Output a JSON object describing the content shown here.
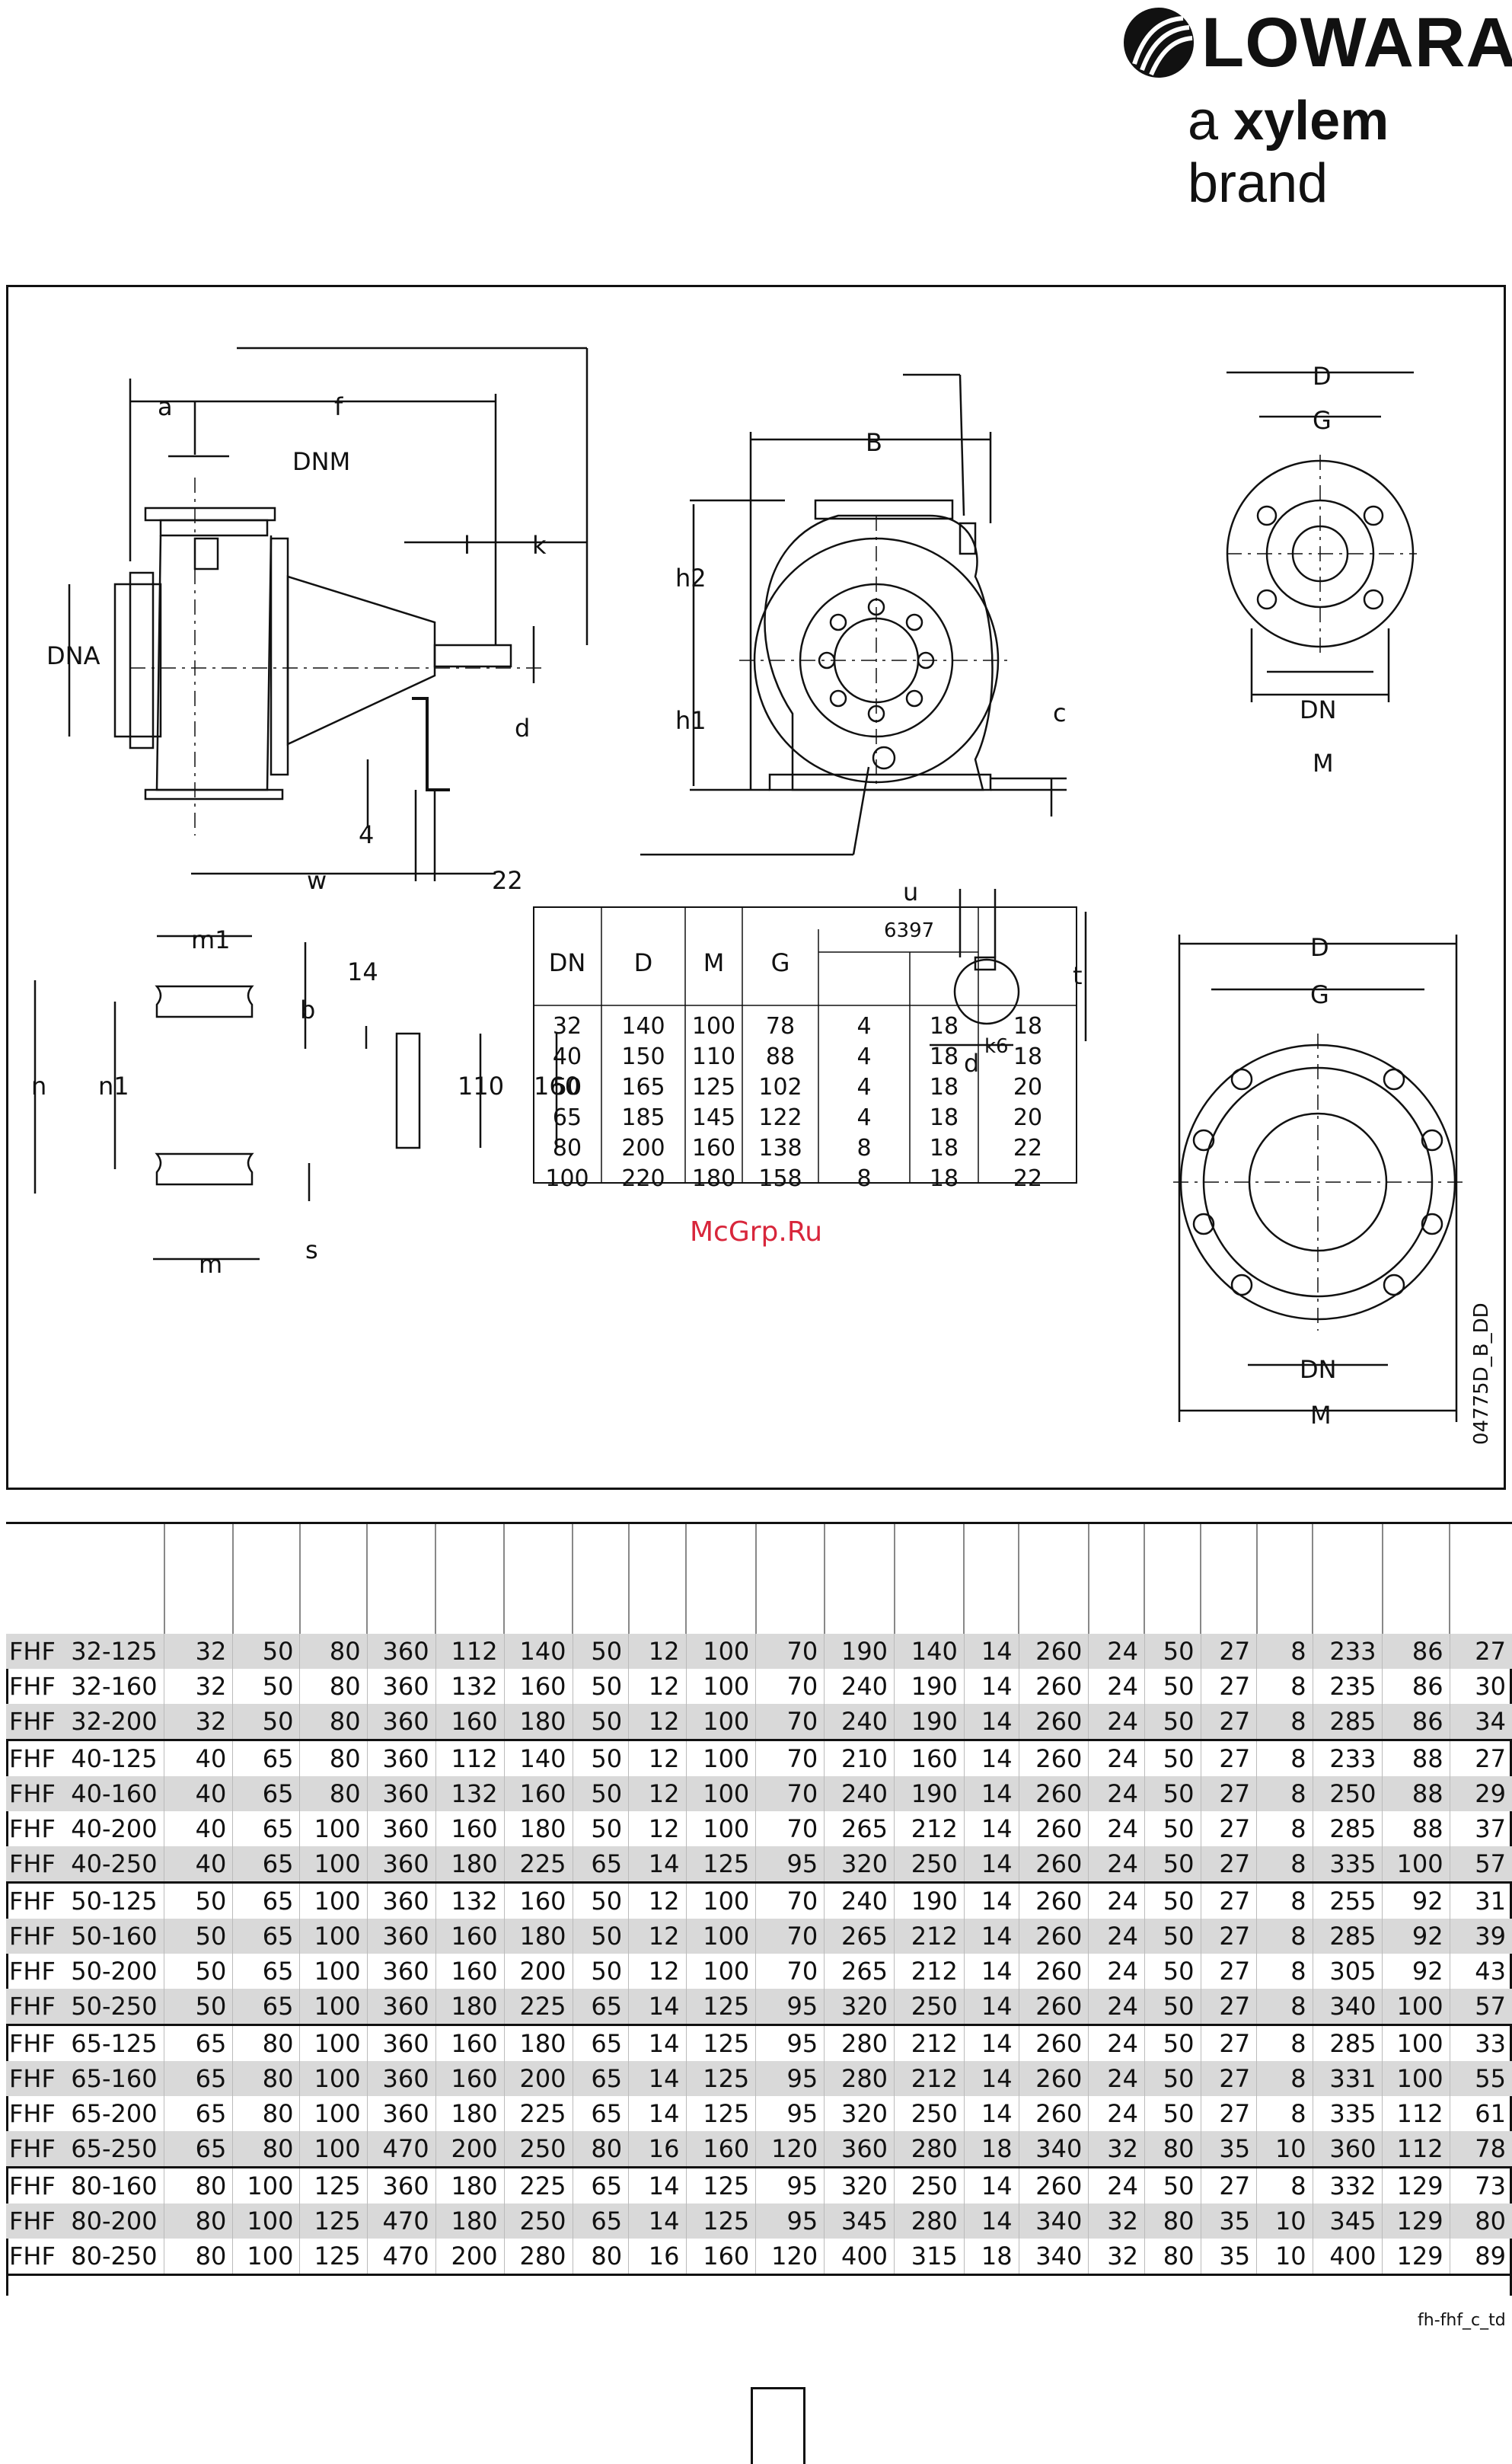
{
  "header": {
    "brand_name": "LOWARA",
    "tagline_a": "a",
    "tagline_xylem": "xylem",
    "tagline_brand": "brand"
  },
  "drawing": {
    "side_labels": [
      "a",
      "f",
      "DNM",
      "l",
      "k",
      "DNA",
      "d",
      "4",
      "w",
      "22"
    ],
    "front_labels": [
      "B",
      "h2",
      "h1",
      "c"
    ],
    "flange_top_labels": [
      "D",
      "G",
      "DN",
      "M"
    ],
    "feet_labels": [
      "m1",
      "14",
      "b",
      "n",
      "n1",
      "110",
      "160",
      "m",
      "s"
    ],
    "shaft_labels": [
      "u",
      "6397",
      "t",
      "d",
      "k6"
    ],
    "flange_bottom_labels": [
      "D",
      "G",
      "DN",
      "M"
    ],
    "drawing_code": "04775D_B_DD",
    "watermark": "McGrp.Ru"
  },
  "flange_table": {
    "headers": [
      "DN",
      "D",
      "M",
      "G",
      "",
      "",
      ""
    ],
    "rows": [
      [
        "32",
        "140",
        "100",
        "78",
        "4",
        "18",
        "18"
      ],
      [
        "40",
        "150",
        "110",
        "88",
        "4",
        "18",
        "18"
      ],
      [
        "50",
        "165",
        "125",
        "102",
        "4",
        "18",
        "20"
      ],
      [
        "65",
        "185",
        "145",
        "122",
        "4",
        "18",
        "20"
      ],
      [
        "80",
        "200",
        "160",
        "138",
        "8",
        "18",
        "22"
      ],
      [
        "100",
        "220",
        "180",
        "158",
        "8",
        "18",
        "22"
      ]
    ]
  },
  "main_table": {
    "rows": [
      [
        "FHF  32-125",
        "32",
        "50",
        "80",
        "360",
        "112",
        "140",
        "50",
        "12",
        "100",
        "70",
        "190",
        "140",
        "14",
        "260",
        "24",
        "50",
        "27",
        "8",
        "233",
        "86",
        "27"
      ],
      [
        "FHF  32-160",
        "32",
        "50",
        "80",
        "360",
        "132",
        "160",
        "50",
        "12",
        "100",
        "70",
        "240",
        "190",
        "14",
        "260",
        "24",
        "50",
        "27",
        "8",
        "235",
        "86",
        "30"
      ],
      [
        "FHF  32-200",
        "32",
        "50",
        "80",
        "360",
        "160",
        "180",
        "50",
        "12",
        "100",
        "70",
        "240",
        "190",
        "14",
        "260",
        "24",
        "50",
        "27",
        "8",
        "285",
        "86",
        "34"
      ],
      [
        "FHF  40-125",
        "40",
        "65",
        "80",
        "360",
        "112",
        "140",
        "50",
        "12",
        "100",
        "70",
        "210",
        "160",
        "14",
        "260",
        "24",
        "50",
        "27",
        "8",
        "233",
        "88",
        "27"
      ],
      [
        "FHF  40-160",
        "40",
        "65",
        "80",
        "360",
        "132",
        "160",
        "50",
        "12",
        "100",
        "70",
        "240",
        "190",
        "14",
        "260",
        "24",
        "50",
        "27",
        "8",
        "250",
        "88",
        "29"
      ],
      [
        "FHF  40-200",
        "40",
        "65",
        "100",
        "360",
        "160",
        "180",
        "50",
        "12",
        "100",
        "70",
        "265",
        "212",
        "14",
        "260",
        "24",
        "50",
        "27",
        "8",
        "285",
        "88",
        "37"
      ],
      [
        "FHF  40-250",
        "40",
        "65",
        "100",
        "360",
        "180",
        "225",
        "65",
        "14",
        "125",
        "95",
        "320",
        "250",
        "14",
        "260",
        "24",
        "50",
        "27",
        "8",
        "335",
        "100",
        "57"
      ],
      [
        "FHF  50-125",
        "50",
        "65",
        "100",
        "360",
        "132",
        "160",
        "50",
        "12",
        "100",
        "70",
        "240",
        "190",
        "14",
        "260",
        "24",
        "50",
        "27",
        "8",
        "255",
        "92",
        "31"
      ],
      [
        "FHF  50-160",
        "50",
        "65",
        "100",
        "360",
        "160",
        "180",
        "50",
        "12",
        "100",
        "70",
        "265",
        "212",
        "14",
        "260",
        "24",
        "50",
        "27",
        "8",
        "285",
        "92",
        "39"
      ],
      [
        "FHF  50-200",
        "50",
        "65",
        "100",
        "360",
        "160",
        "200",
        "50",
        "12",
        "100",
        "70",
        "265",
        "212",
        "14",
        "260",
        "24",
        "50",
        "27",
        "8",
        "305",
        "92",
        "43"
      ],
      [
        "FHF  50-250",
        "50",
        "65",
        "100",
        "360",
        "180",
        "225",
        "65",
        "14",
        "125",
        "95",
        "320",
        "250",
        "14",
        "260",
        "24",
        "50",
        "27",
        "8",
        "340",
        "100",
        "57"
      ],
      [
        "FHF  65-125",
        "65",
        "80",
        "100",
        "360",
        "160",
        "180",
        "65",
        "14",
        "125",
        "95",
        "280",
        "212",
        "14",
        "260",
        "24",
        "50",
        "27",
        "8",
        "285",
        "100",
        "33"
      ],
      [
        "FHF  65-160",
        "65",
        "80",
        "100",
        "360",
        "160",
        "200",
        "65",
        "14",
        "125",
        "95",
        "280",
        "212",
        "14",
        "260",
        "24",
        "50",
        "27",
        "8",
        "331",
        "100",
        "55"
      ],
      [
        "FHF  65-200",
        "65",
        "80",
        "100",
        "360",
        "180",
        "225",
        "65",
        "14",
        "125",
        "95",
        "320",
        "250",
        "14",
        "260",
        "24",
        "50",
        "27",
        "8",
        "335",
        "112",
        "61"
      ],
      [
        "FHF  65-250",
        "65",
        "80",
        "100",
        "470",
        "200",
        "250",
        "80",
        "16",
        "160",
        "120",
        "360",
        "280",
        "18",
        "340",
        "32",
        "80",
        "35",
        "10",
        "360",
        "112",
        "78"
      ],
      [
        "FHF  80-160",
        "80",
        "100",
        "125",
        "360",
        "180",
        "225",
        "65",
        "14",
        "125",
        "95",
        "320",
        "250",
        "14",
        "260",
        "24",
        "50",
        "27",
        "8",
        "332",
        "129",
        "73"
      ],
      [
        "FHF  80-200",
        "80",
        "100",
        "125",
        "470",
        "180",
        "250",
        "65",
        "14",
        "125",
        "95",
        "345",
        "280",
        "14",
        "340",
        "32",
        "80",
        "35",
        "10",
        "345",
        "129",
        "80"
      ],
      [
        "FHF  80-250",
        "80",
        "100",
        "125",
        "470",
        "200",
        "280",
        "80",
        "16",
        "160",
        "120",
        "400",
        "315",
        "18",
        "340",
        "32",
        "80",
        "35",
        "10",
        "400",
        "129",
        "89"
      ]
    ],
    "ref_code": "fh-fhf_c_td"
  }
}
